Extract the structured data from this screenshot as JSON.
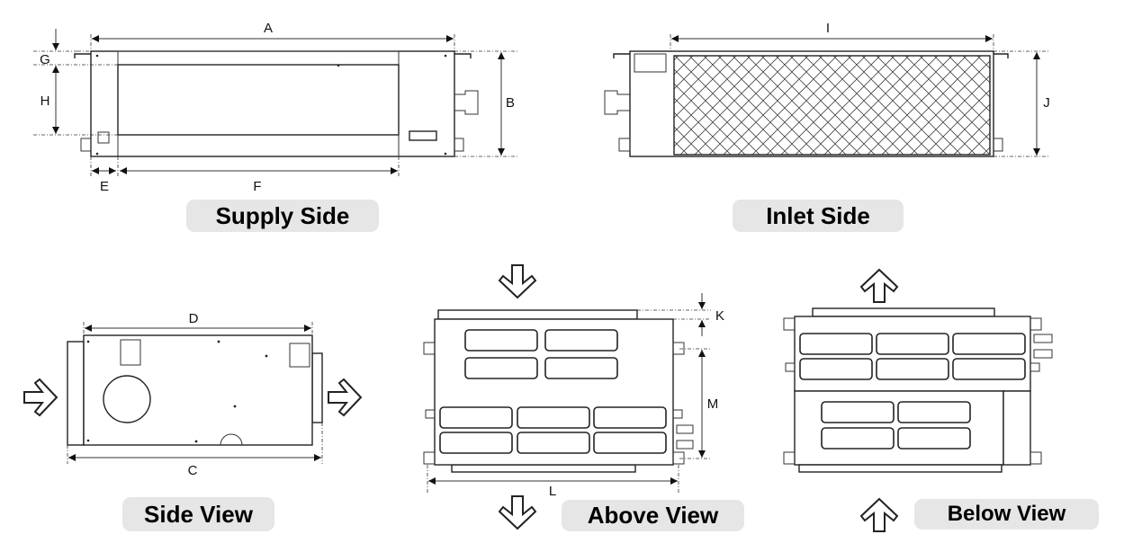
{
  "views": {
    "supply_side": {
      "label": "Supply Side",
      "dims": {
        "a": "A",
        "b": "B",
        "e": "E",
        "f": "F",
        "g": "G",
        "h": "H"
      }
    },
    "inlet_side": {
      "label": "Inlet Side",
      "dims": {
        "i": "I",
        "j": "J"
      }
    },
    "side_view": {
      "label": "Side View",
      "dims": {
        "c": "C",
        "d": "D"
      }
    },
    "above_view": {
      "label": "Above View",
      "dims": {
        "k": "K",
        "l": "L",
        "m": "M"
      }
    },
    "below_view": {
      "label": "Below View"
    }
  }
}
